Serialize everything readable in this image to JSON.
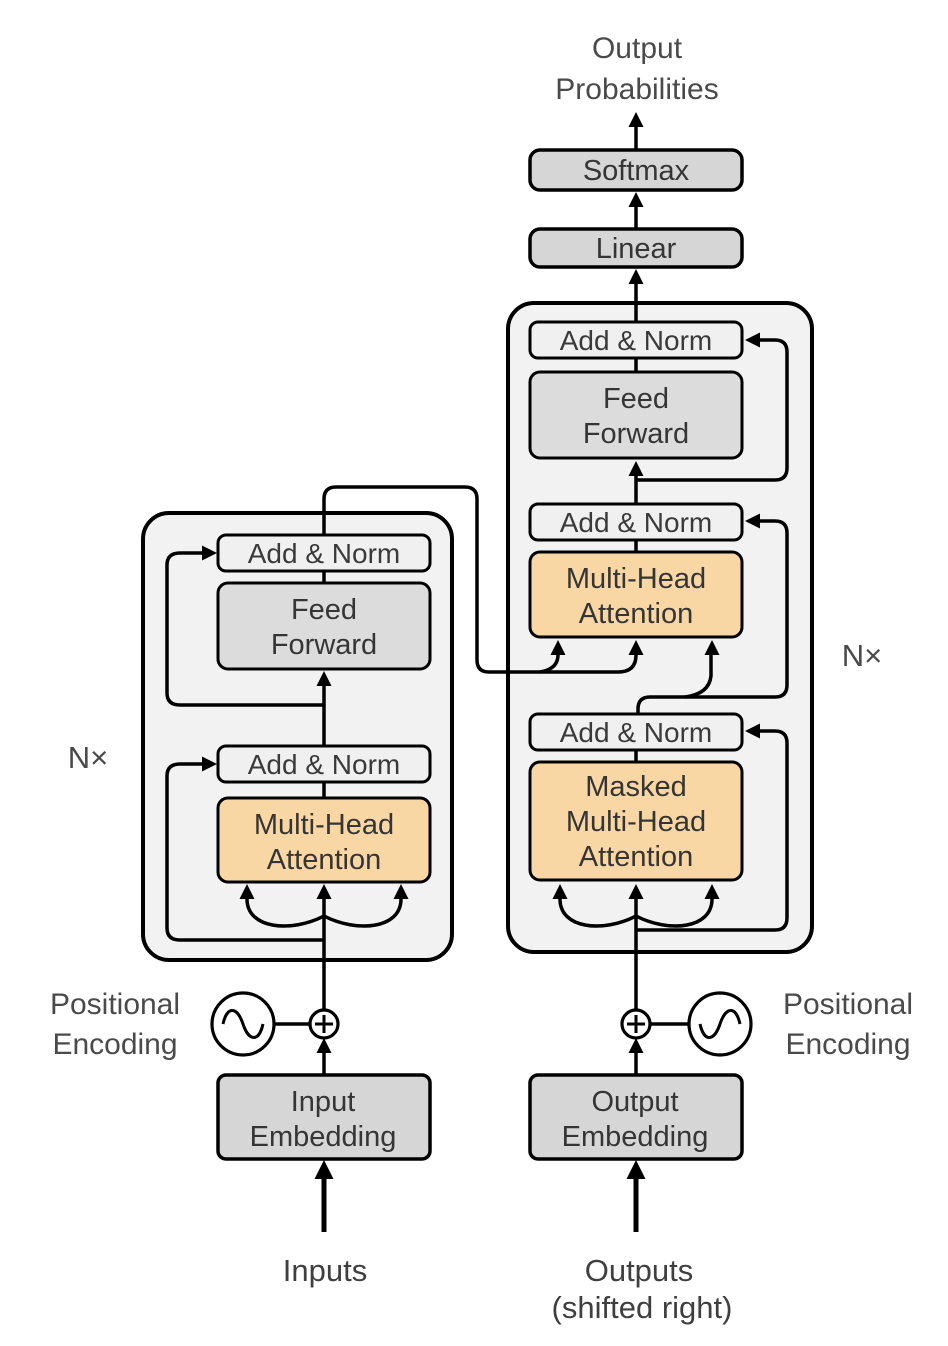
{
  "diagram": "Transformer model architecture",
  "colors": {
    "attention_fill": "#f8d7a5",
    "block_fill": "#d6d6d6",
    "feedforward_fill": "#dcdcdc",
    "subblock_fill": "#f0f0f0",
    "panel_fill": "#f2f2f2",
    "line": "#000000",
    "text_dark": "#353535",
    "text_muted": "#4a4a4a"
  },
  "top": {
    "output_label": [
      "Output",
      "Probabilities"
    ],
    "softmax": "Softmax",
    "linear": "Linear"
  },
  "encoder": {
    "repeat": "N×",
    "add_norm_top": "Add & Norm",
    "feed_forward": [
      "Feed",
      "Forward"
    ],
    "add_norm_bottom": "Add & Norm",
    "attention": [
      "Multi-Head",
      "Attention"
    ],
    "embedding": [
      "Input",
      "Embedding"
    ],
    "positional": [
      "Positional",
      "Encoding"
    ],
    "inputs": "Inputs"
  },
  "decoder": {
    "repeat": "N×",
    "add_norm_top": "Add & Norm",
    "feed_forward": [
      "Feed",
      "Forward"
    ],
    "add_norm_mid": "Add & Norm",
    "attention": [
      "Multi-Head",
      "Attention"
    ],
    "add_norm_bottom": "Add & Norm",
    "masked_attention": [
      "Masked",
      "Multi-Head",
      "Attention"
    ],
    "embedding": [
      "Output",
      "Embedding"
    ],
    "positional": [
      "Positional",
      "Encoding"
    ],
    "outputs": [
      "Outputs",
      "(shifted right)"
    ]
  }
}
